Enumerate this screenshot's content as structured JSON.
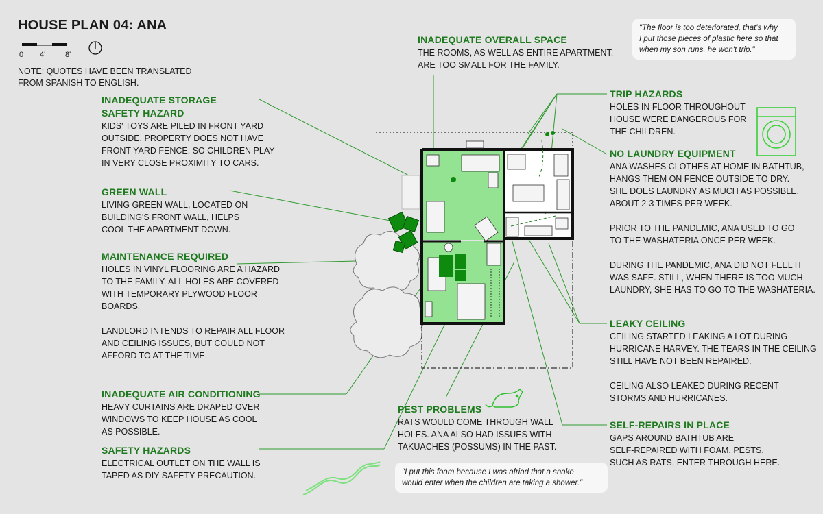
{
  "title": "HOUSE PLAN 04: ANA",
  "scale": {
    "labels": [
      "0",
      "4'",
      "8'"
    ]
  },
  "note": "NOTE: QUOTES HAVE BEEN TRANSLATED\nFROM SPANISH TO ENGLISH.",
  "colors": {
    "accent": "#1f7a1f",
    "room_fill": "#93e393",
    "dark_green": "#0e8a0e",
    "background": "#e4e4e4"
  },
  "annotations": {
    "storage": {
      "heading": "INADEQUATE STORAGE\nSAFETY HAZARD",
      "text": "KIDS' TOYS ARE PILED IN FRONT YARD\nOUTSIDE. PROPERTY DOES NOT HAVE\nFRONT YARD FENCE, SO CHILDREN PLAY\nIN VERY CLOSE PROXIMITY TO CARS."
    },
    "green_wall": {
      "heading": "GREEN WALL",
      "text": "LIVING GREEN WALL, LOCATED ON\nBUILDING'S FRONT WALL, HELPS\nCOOL THE APARTMENT DOWN."
    },
    "maintenance": {
      "heading": "MAINTENANCE REQUIRED",
      "text": "HOLES IN VINYL FLOORING ARE A HAZARD\nTO THE FAMILY. ALL HOLES ARE COVERED\nWITH TEMPORARY PLYWOOD FLOOR\nBOARDS.\n\nLANDLORD INTENDS TO REPAIR ALL FLOOR\nAND CEILING ISSUES, BUT COULD NOT\nAFFORD TO AT THE TIME."
    },
    "air_conditioning": {
      "heading": "INADEQUATE AIR CONDITIONING",
      "text": "HEAVY CURTAINS ARE DRAPED OVER\nWINDOWS TO KEEP HOUSE AS COOL\nAS POSSIBLE."
    },
    "safety_hazards": {
      "heading": "SAFETY HAZARDS",
      "text": "ELECTRICAL OUTLET ON THE WALL IS\nTAPED AS DIY SAFETY PRECAUTION."
    },
    "overall_space": {
      "heading": "INADEQUATE OVERALL SPACE",
      "text": "THE ROOMS, AS WELL AS ENTIRE APARTMENT,\nARE TOO SMALL FOR THE FAMILY."
    },
    "pest_problems": {
      "heading": "PEST PROBLEMS",
      "text": "RATS WOULD COME THROUGH WALL\nHOLES. ANA ALSO HAD ISSUES WITH\nTAKUACHES (POSSUMS) IN THE PAST."
    },
    "trip_hazards": {
      "heading": "TRIP HAZARDS",
      "text": "HOLES IN FLOOR THROUGHOUT\nHOUSE WERE DANGEROUS FOR\nTHE CHILDREN."
    },
    "laundry": {
      "heading": "NO LAUNDRY EQUIPMENT",
      "text": "ANA WASHES CLOTHES AT HOME IN BATHTUB,\nHANGS THEM ON FENCE OUTSIDE TO DRY.\nSHE DOES LAUNDRY AS MUCH AS POSSIBLE,\nABOUT 2-3 TIMES PER WEEK.\n\nPRIOR TO THE PANDEMIC, ANA USED TO GO\nTO THE WASHATERIA ONCE PER WEEK.\n\nDURING THE PANDEMIC, ANA DID NOT FEEL IT\nWAS SAFE. STILL, WHEN THERE IS TOO MUCH\nLAUNDRY, SHE HAS TO GO TO THE WASHATERIA."
    },
    "leaky_ceiling": {
      "heading": "LEAKY CEILING",
      "text": "CEILING STARTED LEAKING A LOT DURING\nHURRICANE HARVEY. THE TEARS IN THE CEILING\nSTILL HAVE NOT BEEN REPAIRED.\n\nCEILING ALSO LEAKED DURING RECENT\nSTORMS AND HURRICANES."
    },
    "self_repairs": {
      "heading": "SELF-REPAIRS IN PLACE",
      "text": "GAPS AROUND BATHTUB ARE\nSELF-REPAIRED WITH FOAM. PESTS,\nSUCH AS RATS, ENTER THROUGH HERE."
    }
  },
  "quotes": {
    "floor": "\"The floor is too deteriorated, that's why\nI put those pieces of plastic here so that\nwhen my son runs, he won't trip.\"",
    "foam": "\"I put this foam because I was afriad that a snake\nwould enter when the children are taking a shower.\""
  },
  "icons": [
    "north-arrow-icon",
    "washing-machine-icon",
    "rat-icon",
    "snake-icon",
    "tree-icon"
  ]
}
